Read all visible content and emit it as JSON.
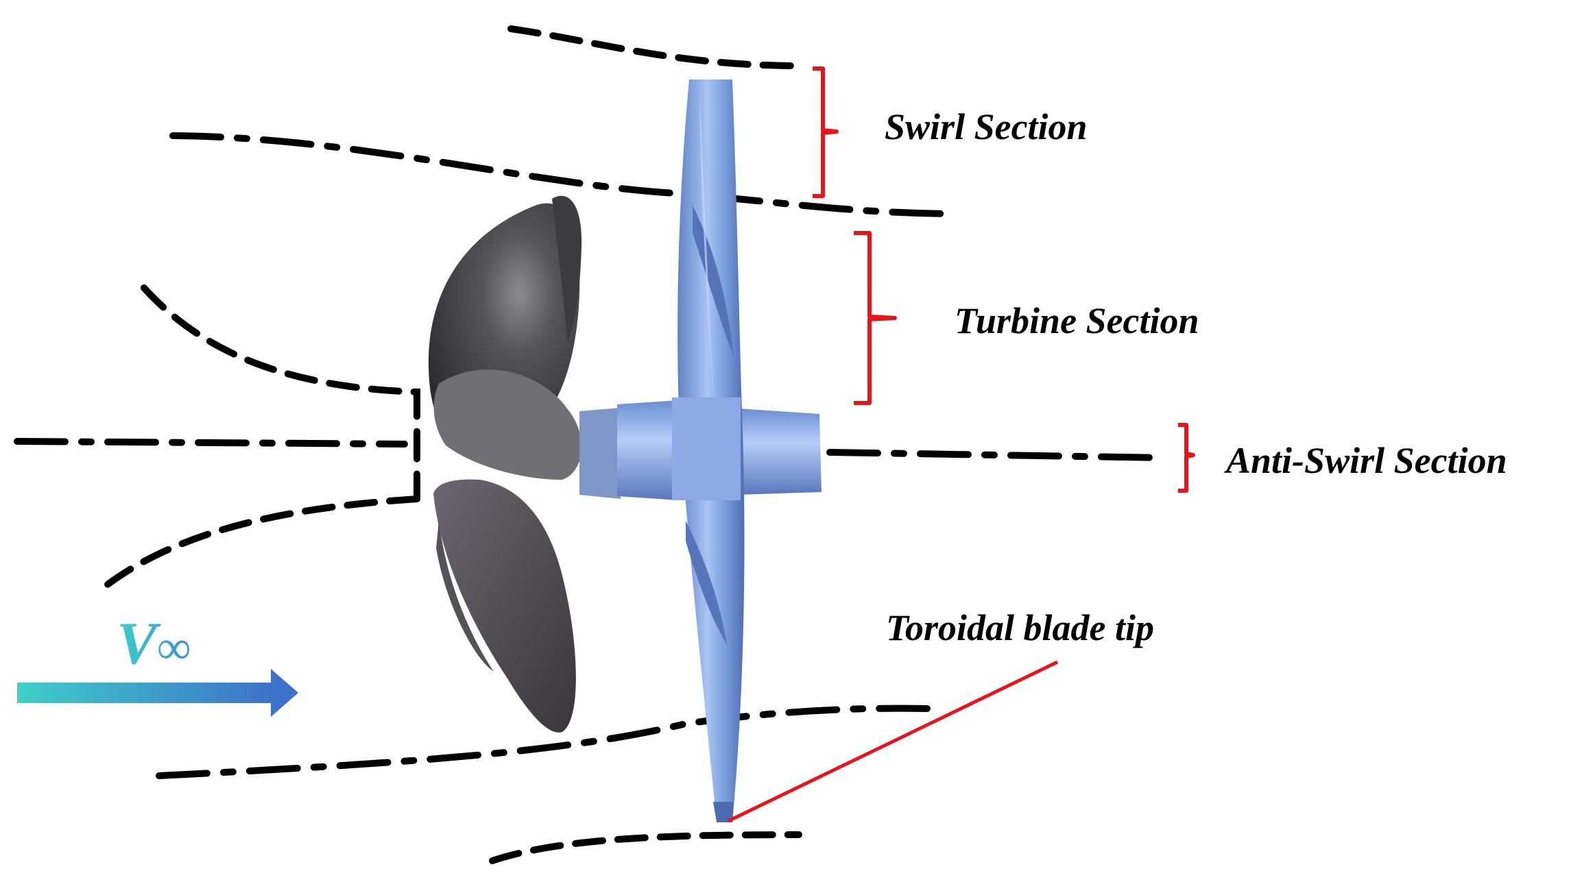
{
  "labels": {
    "swirl": "Swirl Section",
    "turbine": "Turbine Section",
    "anti_swirl": "Anti-Swirl Section",
    "tip": "Toroidal blade tip",
    "v_symbol": "V",
    "inf_symbol": "∞"
  },
  "colors": {
    "bracket": "#e8141b",
    "leader": "#e8141b",
    "arrow_start": "#3ecfc8",
    "arrow_end": "#3d72c9",
    "text": "#000000",
    "turbine_blue": "#8aaee8",
    "propeller_grey": "#4a4a4e"
  }
}
